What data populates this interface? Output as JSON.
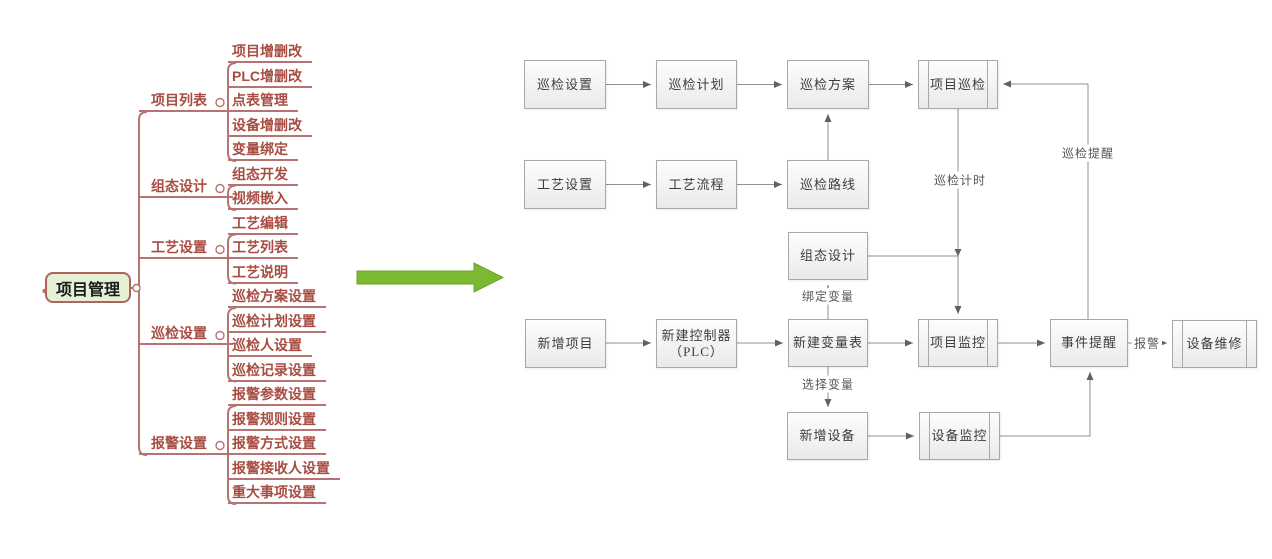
{
  "mindmap": {
    "root": {
      "label": "项目管理"
    },
    "branches": [
      {
        "label": "项目列表",
        "children": [
          "项目增删改",
          "PLC增删改",
          "点表管理",
          "设备增删改",
          "变量绑定"
        ]
      },
      {
        "label": "组态设计",
        "children": [
          "组态开发",
          "视频嵌入"
        ]
      },
      {
        "label": "工艺设置",
        "children": [
          "工艺编辑",
          "工艺列表",
          "工艺说明"
        ]
      },
      {
        "label": "巡检设置",
        "children": [
          "巡检方案设置",
          "巡检计划设置",
          "巡检人设置",
          "巡检记录设置"
        ]
      },
      {
        "label": "报警设置",
        "children": [
          "报警参数设置",
          "报警规则设置",
          "报警方式设置",
          "报警接收人设置",
          "重大事项设置"
        ]
      }
    ]
  },
  "flowchart": {
    "nodes": {
      "inspect_settings": "巡检设置",
      "inspect_plan": "巡检计划",
      "inspect_scheme": "巡检方案",
      "project_inspect": "项目巡检",
      "process_settings": "工艺设置",
      "process_flow": "工艺流程",
      "inspect_route": "巡检路线",
      "config_design": "组态设计",
      "new_project": "新增项目",
      "new_controller": "新建控制器\n（PLC）",
      "new_var_table": "新建变量表",
      "project_monitor": "项目监控",
      "event_remind": "事件提醒",
      "device_repair": "设备维修",
      "new_device": "新增设备",
      "device_monitor": "设备监控"
    },
    "edge_labels": {
      "inspect_timing": "巡检计时",
      "inspect_remind": "巡检提醒",
      "bind_variable": "绑定变量",
      "select_variable": "选择变量",
      "alarm": "报警"
    }
  },
  "colors": {
    "mindmap_line": "#b6736f",
    "mindmap_text": "#a84c42",
    "root_fill": "#e4f1d4",
    "root_border": "#b2625e",
    "green_arrow": "#7cb933",
    "flow_box_border": "#a8a8a8",
    "flow_box_fill": "#f3f3f3",
    "flow_line": "#8f8f8f"
  }
}
